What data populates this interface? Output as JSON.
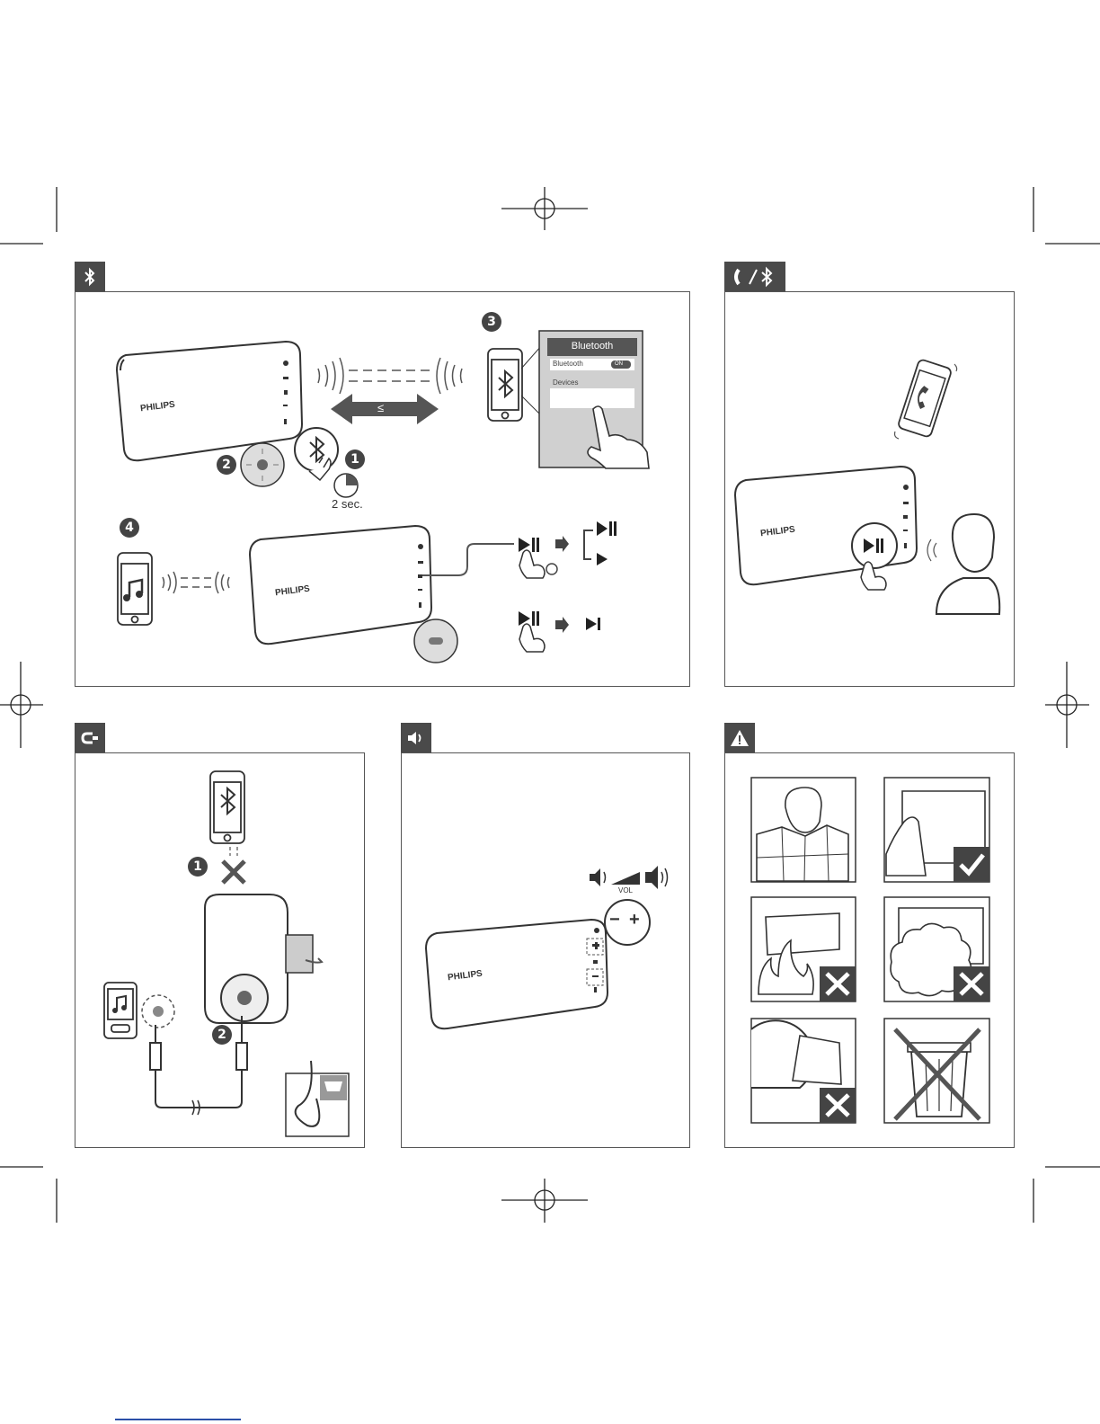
{
  "sections": {
    "bluetooth": {
      "icon": "bluetooth-icon"
    },
    "call": {
      "icon": "phone-bluetooth-icon"
    },
    "aux_in": {
      "icon": "aux-cable-icon"
    },
    "volume": {
      "icon": "speaker-volume-icon"
    },
    "warning": {
      "icon": "warning-triangle-icon"
    }
  },
  "labels": {
    "brand": "PHILIPS",
    "two_sec": "2 sec.",
    "range": "≤",
    "phone_title": "Bluetooth",
    "phone_row": "Bluetooth",
    "phone_toggle": "ON",
    "phone_devices": "Devices",
    "vol": "VOL",
    "minus": "−",
    "plus": "+"
  },
  "steps": [
    "1",
    "2",
    "3",
    "4"
  ],
  "aux_steps": [
    "1",
    "2"
  ]
}
